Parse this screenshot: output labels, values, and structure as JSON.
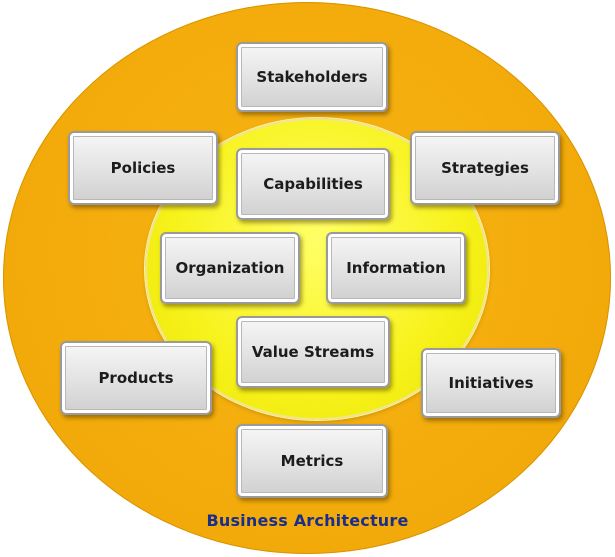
{
  "diagram": {
    "outer_ring_label": "Business Architecture",
    "outer_nodes": {
      "stakeholders": "Stakeholders",
      "policies": "Policies",
      "strategies": "Strategies",
      "products": "Products",
      "initiatives": "Initiatives",
      "metrics": "Metrics"
    },
    "inner_nodes": {
      "capabilities": "Capabilities",
      "organization": "Organization",
      "information": "Information",
      "value_streams": "Value Streams"
    },
    "colors": {
      "outer_ring": "#f2aa0a",
      "inner_circle": "#f7f21a",
      "box_fill": "#e2e2e2",
      "label_text": "#1c1c1c",
      "footer_text": "#1a2f8a"
    }
  }
}
